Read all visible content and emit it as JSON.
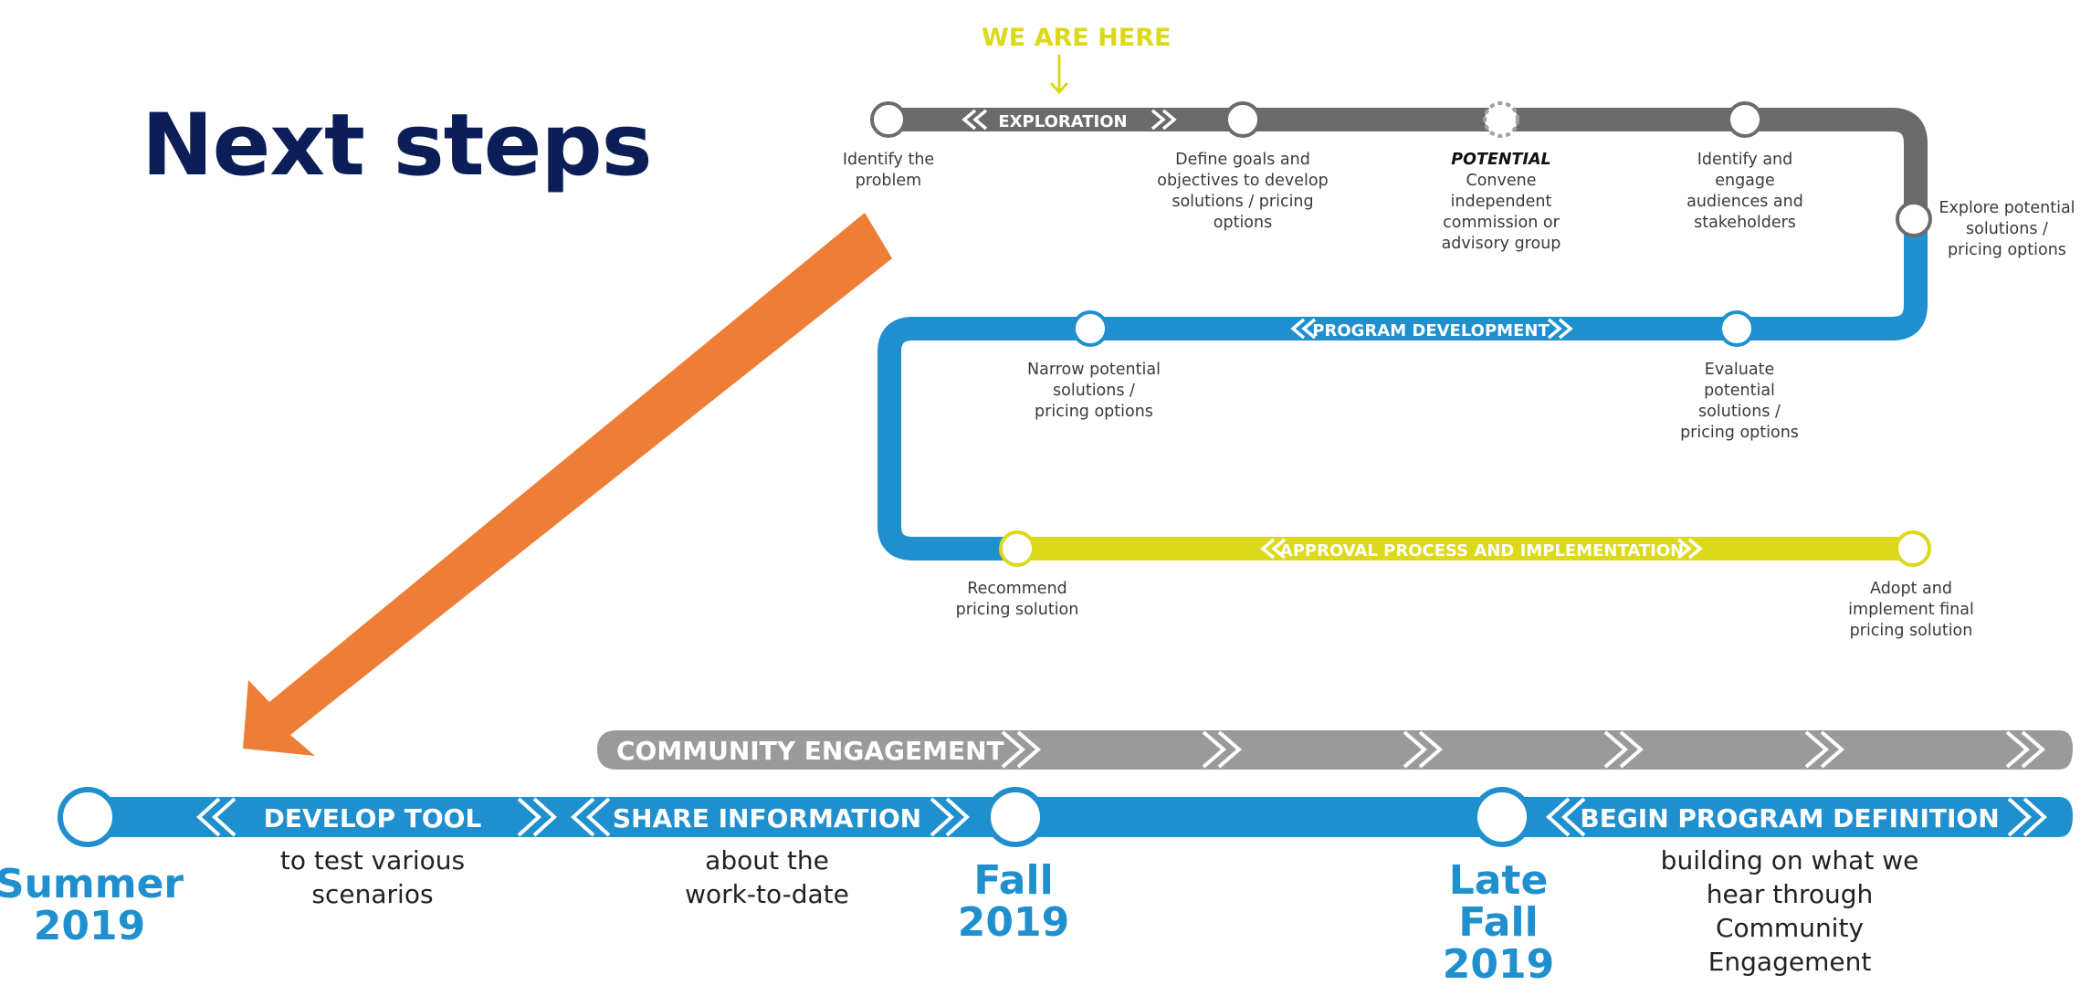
{
  "title": "Next steps",
  "marker": "WE ARE HERE",
  "colors": {
    "navy": "#0c1e57",
    "gray": "#6b6b6b",
    "light_gray": "#9a9a9a",
    "blue": "#1f8fce",
    "yellow": "#dcd81a",
    "orange": "#ee7d35"
  },
  "phases": {
    "exploration": "EXPLORATION",
    "program_development": "PROGRAM DEVELOPMENT",
    "approval": "APPROVAL PROCESS  AND IMPLEMENTATION"
  },
  "steps": {
    "identify_problem": [
      "Identify the",
      "problem"
    ],
    "define_goals": [
      "Define goals and",
      "objectives to develop",
      "solutions / pricing",
      "options"
    ],
    "potential_label": "POTENTIAL",
    "convene": [
      "Convene",
      "independent",
      "commission or",
      "advisory group"
    ],
    "identify_engage": [
      "Identify and",
      "engage",
      "audiences and",
      "stakeholders"
    ],
    "explore": [
      "Explore potential",
      "solutions /",
      "pricing options"
    ],
    "narrow": [
      "Narrow potential",
      "solutions /",
      "pricing options"
    ],
    "evaluate": [
      "Evaluate",
      "potential",
      "solutions /",
      "pricing options"
    ],
    "recommend": [
      "Recommend",
      "pricing solution"
    ],
    "adopt": [
      "Adopt and",
      "implement final",
      "pricing solution"
    ]
  },
  "timeline": {
    "community": "COMMUNITY ENGAGEMENT",
    "develop_tool": "DEVELOP TOOL",
    "develop_tool_sub": [
      "to test various",
      "scenarios"
    ],
    "share_info": "SHARE INFORMATION",
    "share_info_sub": [
      "about the",
      "work-to-date"
    ],
    "begin_program": "BEGIN PROGRAM DEFINITION",
    "begin_program_sub": [
      "building on what we",
      "hear through",
      "Community",
      "Engagement"
    ],
    "dates": {
      "summer": [
        "Summer",
        "2019"
      ],
      "fall": [
        "Fall",
        "2019"
      ],
      "late_fall": [
        "Late",
        "Fall",
        "2019"
      ]
    }
  }
}
